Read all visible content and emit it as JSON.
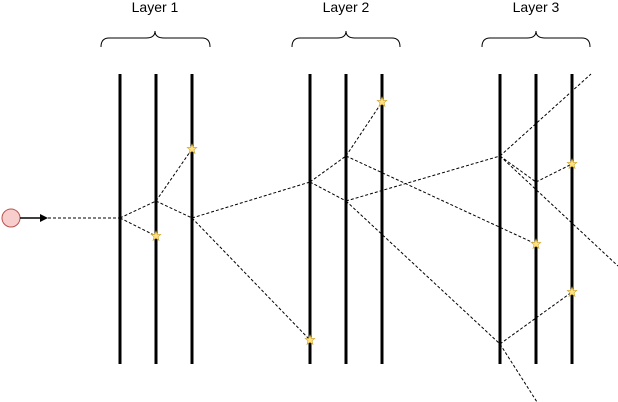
{
  "layers": [
    {
      "label": "Layer 1"
    },
    {
      "label": "Layer 2"
    },
    {
      "label": "Layer 3"
    }
  ],
  "colors": {
    "line": "#000000",
    "source_fill": "#f8cecc",
    "source_stroke": "#b85450",
    "star_fill": "#ffe082",
    "star_stroke": "#c9a227",
    "background": "#ffffff"
  },
  "icons": {
    "source": "circle-source-icon",
    "hit": "star-burst-icon"
  }
}
